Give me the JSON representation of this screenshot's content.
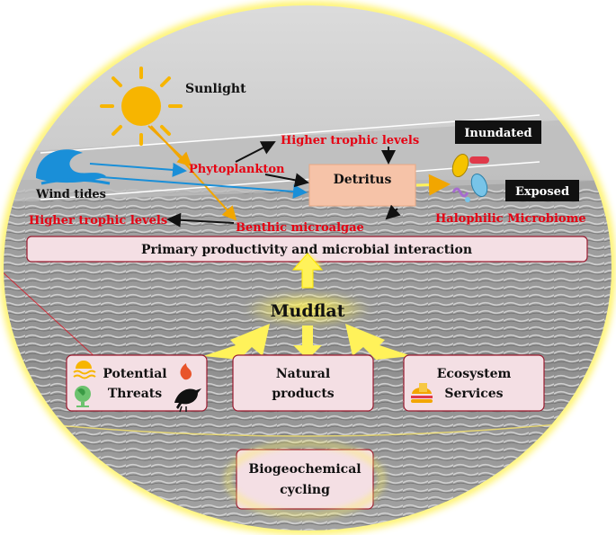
{
  "labels": {
    "sunlight": "Sunlight",
    "wind_tides": "Wind tides",
    "higher_trophic_top": "Higher trophic levels",
    "phytoplankton": "Phytoplankton",
    "detritus": "Detritus",
    "inundated": "Inundated",
    "exposed": "Exposed",
    "higher_trophic_left": "Higher trophic levels",
    "benthic": "Benthic microalgae",
    "halophilic": "Halophilic Microbiome",
    "primary": "Primary productivity and microbial interaction",
    "mudflat": "Mudflat",
    "threats_line1": "Potential",
    "threats_line2": "Threats",
    "natural_line1": "Natural",
    "natural_line2": "products",
    "eco_line1": "Ecosystem",
    "eco_line2": "Services",
    "bio_line1": "Biogeochemical",
    "bio_line2": "cycling"
  },
  "colors": {
    "red_text": "#e60012",
    "box_fill": "#f4dfe4",
    "box_stroke": "#9b1a2f",
    "detritus_fill": "#f6c3a8",
    "glow": "#fff25a",
    "sun": "#f7b500",
    "wave": "#1a8fd8"
  },
  "icons": [
    "sun-icon",
    "wave-icon",
    "microbe-icon",
    "waves-sun-icon",
    "fire-icon",
    "globe-icon",
    "bird-icon",
    "burger-icon"
  ]
}
